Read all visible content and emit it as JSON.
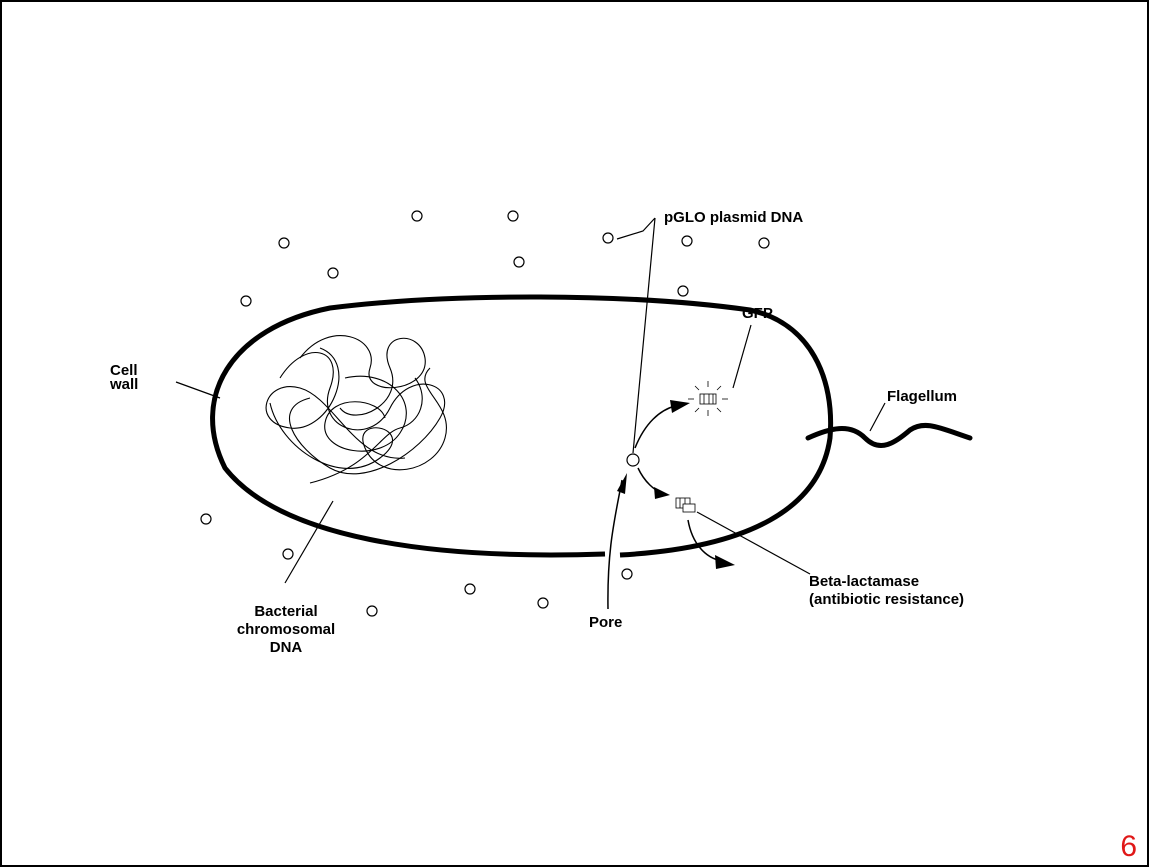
{
  "diagram": {
    "labels": {
      "plasmid": "pGLO plasmid DNA",
      "gfp": "GFP",
      "cell_wall_line1": "Cell",
      "cell_wall_line2": "wall",
      "flagellum": "Flagellum",
      "beta_line1": "Beta-lactamase",
      "beta_line2": "(antibiotic resistance)",
      "pore": "Pore",
      "chromosome_line1": "Bacterial",
      "chromosome_line2": "chromosomal",
      "chromosome_line3": "DNA"
    },
    "colors": {
      "ink": "#000000",
      "page_number": "#e01818"
    }
  },
  "slide": {
    "page_number": "6"
  }
}
